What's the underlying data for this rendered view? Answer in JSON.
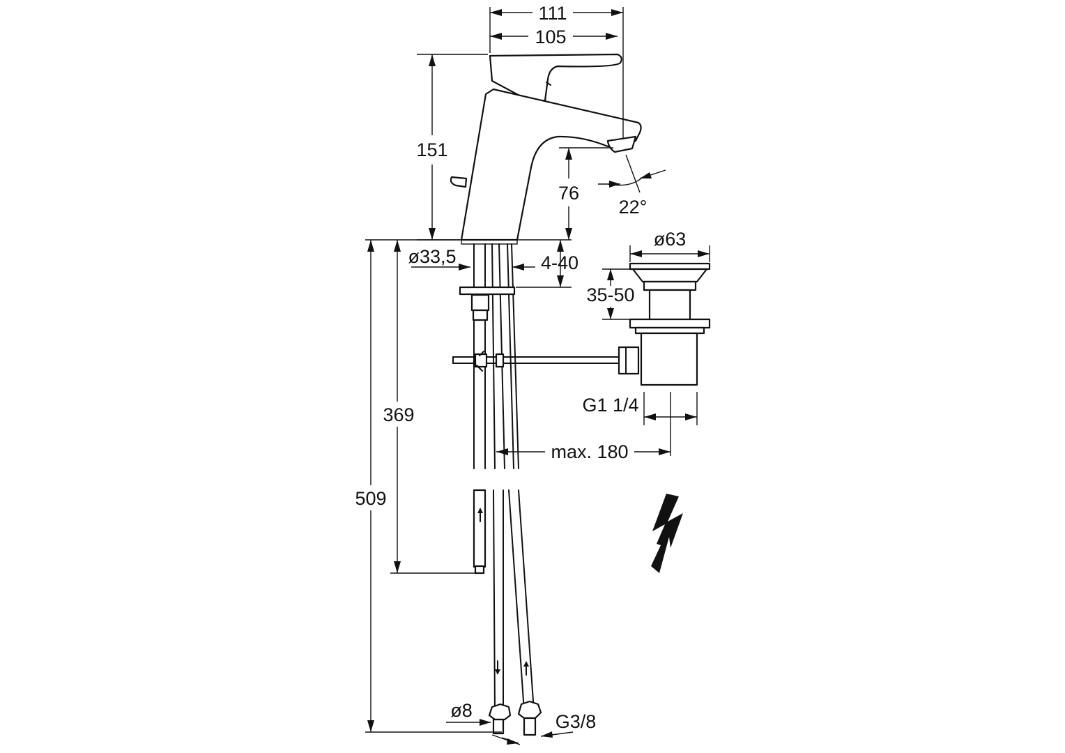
{
  "dimensions": {
    "width_overall": "111",
    "width_spout": "105",
    "height_body": "151",
    "spout_clearance": "76",
    "spout_angle": "22°",
    "mount_hole_diameter": "ø33,5",
    "deck_thickness": "4-40",
    "waste_head_diameter": "ø63",
    "waste_stroke": "35-50",
    "waste_thread": "G1 1/4",
    "pull_rod_reach": "max. 180",
    "pull_rod_length": "369",
    "supply_hose_length": "509",
    "hose_diameter": "ø8",
    "connection_thread": "G3/8"
  },
  "colors": {
    "line": "#111111",
    "background": "#ffffff"
  },
  "icons": {
    "electrical": "lightning-bolt-icon"
  }
}
